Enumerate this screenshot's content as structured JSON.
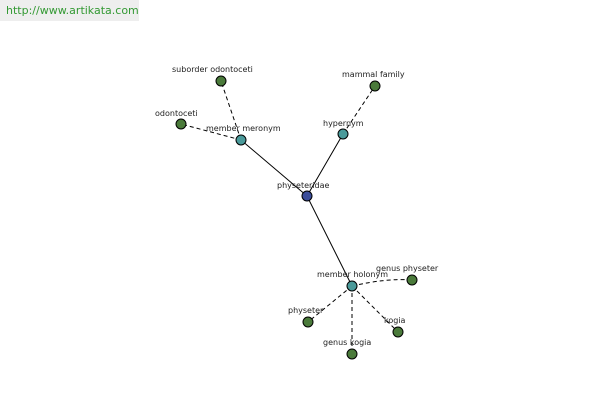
{
  "watermark": "http://www.artikata.com",
  "colors": {
    "center": "#3b4d9a",
    "relation": "#4a9a9a",
    "leaf": "#4a7a3a"
  },
  "nodes": [
    {
      "id": "physeteridae",
      "label": "physeteridae",
      "kind": "center"
    },
    {
      "id": "member-meronym",
      "label": "member meronym",
      "kind": "relation"
    },
    {
      "id": "hypernym",
      "label": "hypernym",
      "kind": "relation"
    },
    {
      "id": "member-holonym",
      "label": "member holonym",
      "kind": "relation"
    },
    {
      "id": "suborder-odontoceti",
      "label": "suborder odontoceti",
      "kind": "leaf"
    },
    {
      "id": "odontoceti",
      "label": "odontoceti",
      "kind": "leaf"
    },
    {
      "id": "mammal-family",
      "label": "mammal family",
      "kind": "leaf"
    },
    {
      "id": "genus-physeter",
      "label": "genus physeter",
      "kind": "leaf"
    },
    {
      "id": "physeter",
      "label": "physeter",
      "kind": "leaf"
    },
    {
      "id": "kogia",
      "label": "kogia",
      "kind": "leaf"
    },
    {
      "id": "genus-kogia",
      "label": "genus kogia",
      "kind": "leaf"
    }
  ],
  "edges": [
    {
      "from": "physeteridae",
      "to": "member-meronym",
      "style": "solid"
    },
    {
      "from": "physeteridae",
      "to": "hypernym",
      "style": "solid"
    },
    {
      "from": "physeteridae",
      "to": "member-holonym",
      "style": "solid"
    },
    {
      "from": "member-meronym",
      "to": "suborder-odontoceti",
      "style": "dashed"
    },
    {
      "from": "member-meronym",
      "to": "odontoceti",
      "style": "dashed"
    },
    {
      "from": "hypernym",
      "to": "mammal-family",
      "style": "dashed"
    },
    {
      "from": "member-holonym",
      "to": "genus-physeter",
      "style": "dashed"
    },
    {
      "from": "member-holonym",
      "to": "physeter",
      "style": "dashed"
    },
    {
      "from": "member-holonym",
      "to": "kogia",
      "style": "dashed"
    },
    {
      "from": "member-holonym",
      "to": "genus-kogia",
      "style": "dashed"
    }
  ]
}
